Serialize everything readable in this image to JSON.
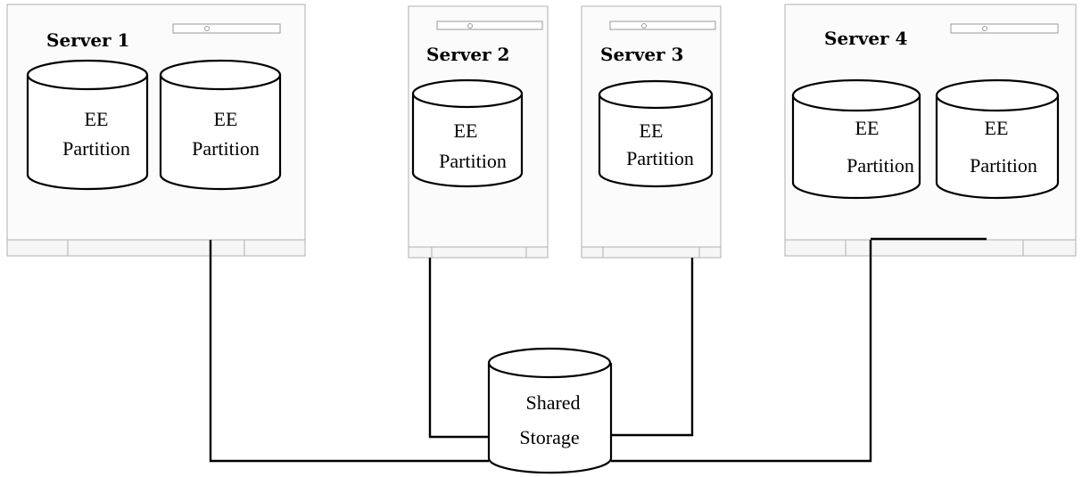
{
  "servers": [
    {
      "title": "Server 1",
      "partitions": [
        {
          "line1": "EE",
          "line2": "Partition"
        },
        {
          "line1": "EE",
          "line2": "Partition"
        }
      ]
    },
    {
      "title": "Server 2",
      "partitions": [
        {
          "line1": "EE",
          "line2": "Partition"
        }
      ]
    },
    {
      "title": "Server 3",
      "partitions": [
        {
          "line1": "EE",
          "line2": "Partition"
        }
      ]
    },
    {
      "title": "Server 4",
      "partitions": [
        {
          "line1": "EE",
          "line2": "Partition"
        },
        {
          "line1": "EE",
          "line2": "Partition"
        }
      ]
    }
  ],
  "storage": {
    "line1": "Shared",
    "line2": "Storage"
  }
}
